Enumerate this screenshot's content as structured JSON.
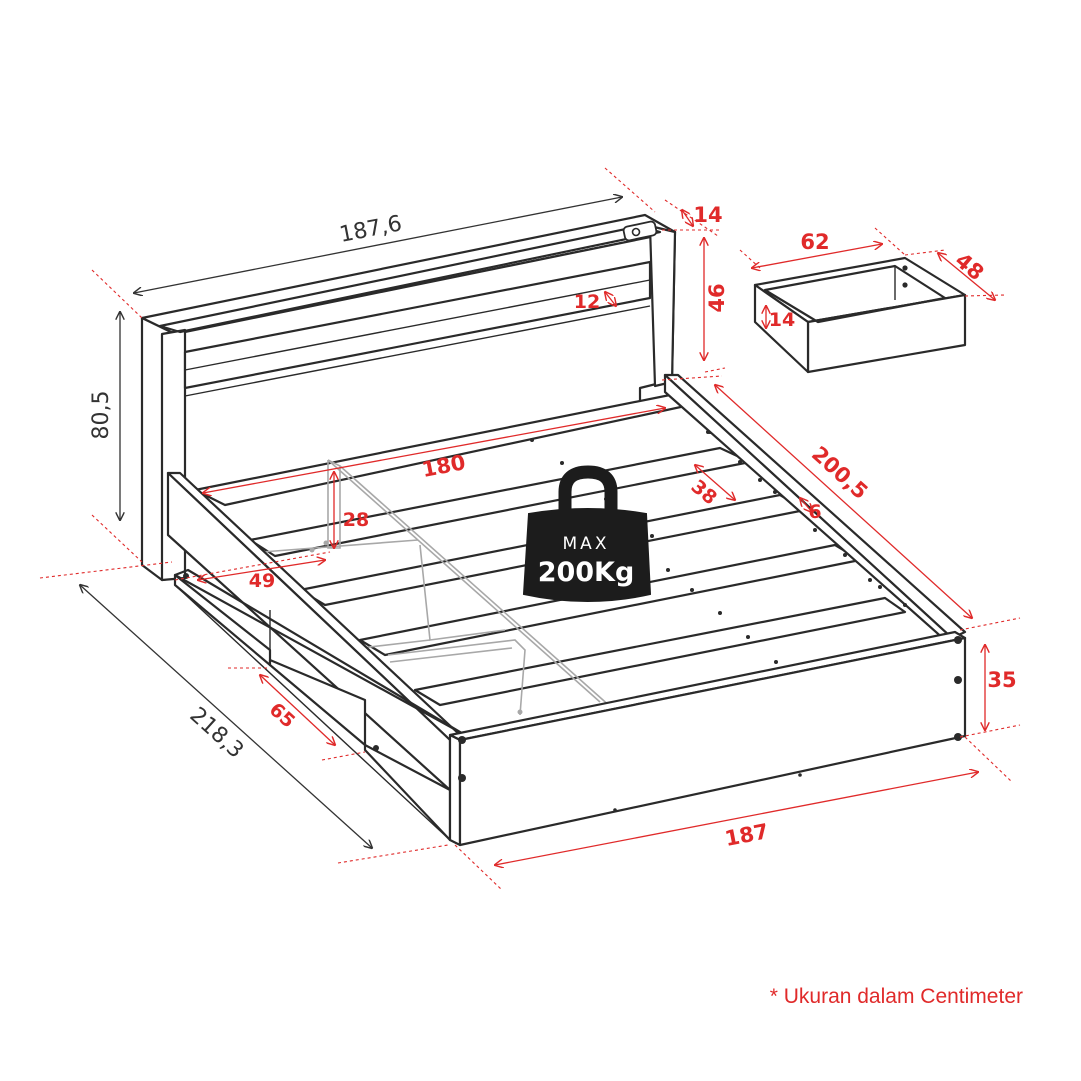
{
  "dimensions": {
    "headboard_width": "187,6",
    "headboard_depth": "14",
    "headboard_shelf_height": "46",
    "shelf_gap": "12",
    "headboard_height": "80,5",
    "drawer_width": "62",
    "drawer_depth": "48",
    "drawer_height": "14",
    "inner_width": "180",
    "slat_spacing": "38",
    "side_rail_length": "200,5",
    "rail_thickness": "6",
    "storage_height": "28",
    "storage_depth": "49",
    "compartment_width": "65",
    "total_length": "218,3",
    "frame_height": "35",
    "frame_width": "187"
  },
  "weight_badge": {
    "prefix": "MAX",
    "value": "200Kg"
  },
  "footnote": "* Ukuran dalam Centimeter",
  "colors": {
    "dimension_red": "#e02a2a",
    "line_dark": "#2a2a2a"
  },
  "icons": [
    "weight-icon"
  ]
}
